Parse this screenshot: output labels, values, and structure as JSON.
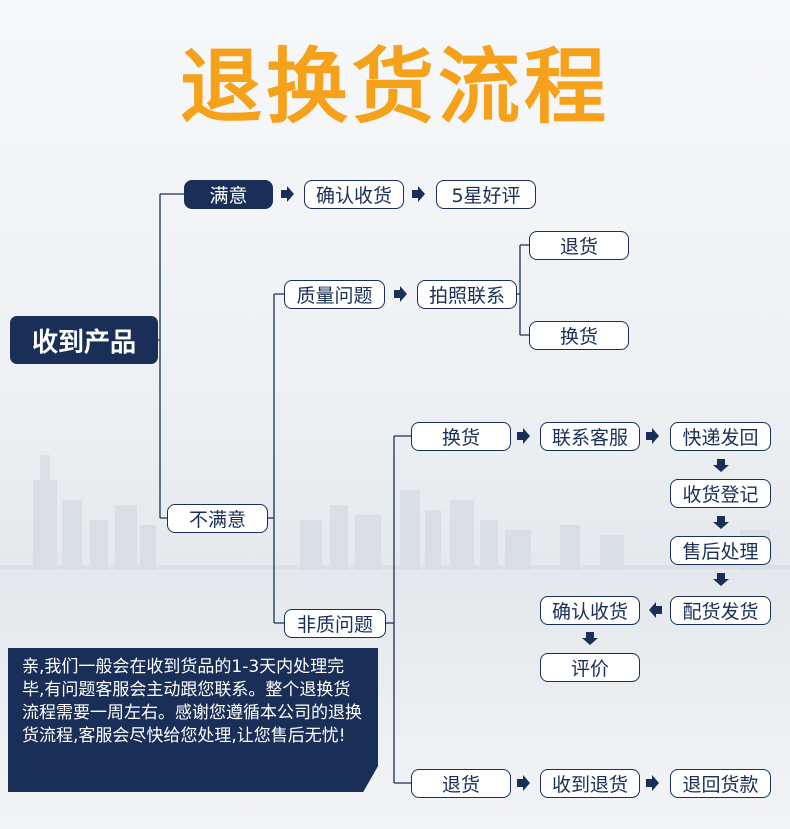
{
  "title": "退换货流程",
  "root": "收到产品",
  "colors": {
    "accent": "#f5a11a",
    "navy": "#1a2f57"
  },
  "satisfied": {
    "label": "满意",
    "steps": [
      "确认收货",
      "5星好评"
    ]
  },
  "unsatisfied": {
    "label": "不满意",
    "quality": {
      "label": "质量问题",
      "step": "拍照联系",
      "options": [
        "退货",
        "换货"
      ]
    },
    "non_quality": {
      "label": "非质问题",
      "exchange": {
        "label": "换货",
        "steps": [
          "联系客服",
          "快递发回",
          "收货登记",
          "售后处理",
          "配货发货",
          "确认收货",
          "评价"
        ]
      },
      "return": {
        "label": "退货",
        "steps": [
          "收到退货",
          "退回货款"
        ]
      }
    }
  },
  "note": "亲,我们一般会在收到货品的1-3天内处理完毕,有问题客服会主动跟您联系。整个退换货流程需要一周左右。感谢您遵循本公司的退换货流程,客服会尽快给您处理,让您售后无忧!"
}
